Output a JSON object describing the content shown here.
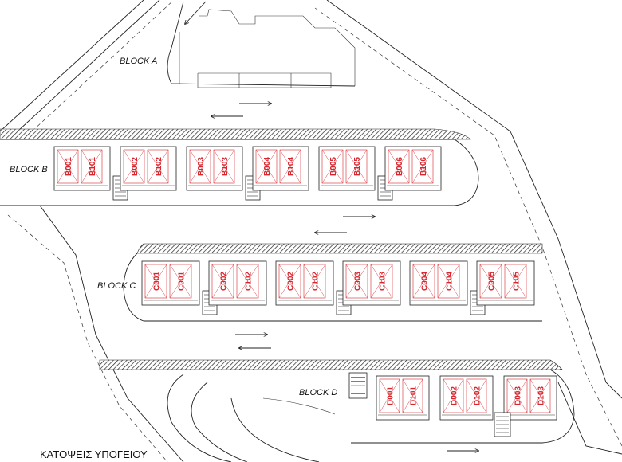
{
  "title": "ΚΑΤΟΨΕΙΣ ΥΠΟΓΕΙΟΥ",
  "colors": {
    "unit_label": "#d7262e",
    "lines": "#222222",
    "background": "#ffffff"
  },
  "blocks": [
    {
      "name": "BLOCK A",
      "units": []
    },
    {
      "name": "BLOCK B",
      "units": [
        "B001",
        "B101",
        "B002",
        "B102",
        "B003",
        "B103",
        "B004",
        "B104",
        "B005",
        "B105",
        "B006",
        "B106"
      ]
    },
    {
      "name": "BLOCK C",
      "units": [
        "C001",
        "C001",
        "C002",
        "C102",
        "C002",
        "C102",
        "C003",
        "C103",
        "C004",
        "C104",
        "C005",
        "C105"
      ]
    },
    {
      "name": "BLOCK D",
      "units": [
        "D001",
        "D101",
        "D002",
        "D102",
        "D003",
        "D103"
      ]
    }
  ]
}
